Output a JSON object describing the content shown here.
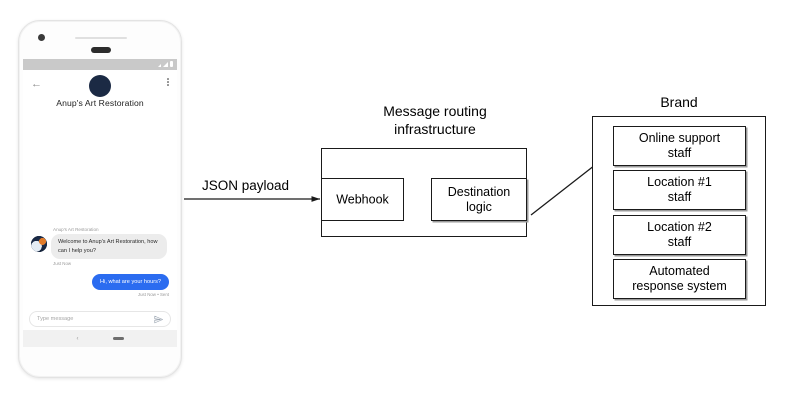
{
  "phone": {
    "status_bar": {
      "signal_icon": "signal-icon",
      "battery_icon": "battery-icon"
    },
    "header": {
      "back_icon": "back-arrow-icon",
      "overflow_icon": "overflow-menu-icon",
      "avatar": "brand-avatar-image",
      "title": "Anup's Art Restoration"
    },
    "conversation": {
      "incoming": {
        "sender": "Anup's Art Restoration",
        "text": "Welcome to Anup's Art Restoration, how can I help you?",
        "meta": "Just Now",
        "avatar": "brand-avatar-image"
      },
      "outgoing": {
        "text": "Hi, what are your hours?",
        "meta": "Just Now • Sent"
      }
    },
    "composer": {
      "placeholder": "Type message",
      "send_icon": "send-icon"
    },
    "navbar": {
      "back_icon": "nav-back-icon",
      "home_icon": "nav-home-pill-icon"
    }
  },
  "diagram": {
    "edges": [
      {
        "label": "JSON payload",
        "from": "phone",
        "to": "webhook"
      },
      {
        "label": "",
        "from": "webhook",
        "to": "destination-logic"
      },
      {
        "label": "",
        "from": "destination-logic",
        "to": "online-support-staff"
      }
    ],
    "groups": [
      {
        "id": "message-routing-infrastructure",
        "title_line1": "Message routing",
        "title_line2": "infrastructure",
        "nodes": [
          {
            "id": "webhook",
            "label": "Webhook"
          },
          {
            "id": "destination-logic",
            "label_line1": "Destination",
            "label_line2": "logic"
          }
        ]
      },
      {
        "id": "brand",
        "title_line1": "Brand",
        "title_line2": "",
        "nodes": [
          {
            "id": "online-support-staff",
            "label_line1": "Online support",
            "label_line2": "staff"
          },
          {
            "id": "location-1-staff",
            "label_line1": "Location #1",
            "label_line2": "staff"
          },
          {
            "id": "location-2-staff",
            "label_line1": "Location #2",
            "label_line2": "staff"
          },
          {
            "id": "automated-response-system",
            "label_line1": "Automated",
            "label_line2": "response system"
          }
        ]
      }
    ]
  },
  "colors": {
    "outgoing_bubble": "#2b6cf0",
    "incoming_bubble": "#ececec",
    "stroke": "#1a1a1a",
    "box_shadow": "#9a9a9a",
    "status_bar": "#c9c9c9"
  }
}
